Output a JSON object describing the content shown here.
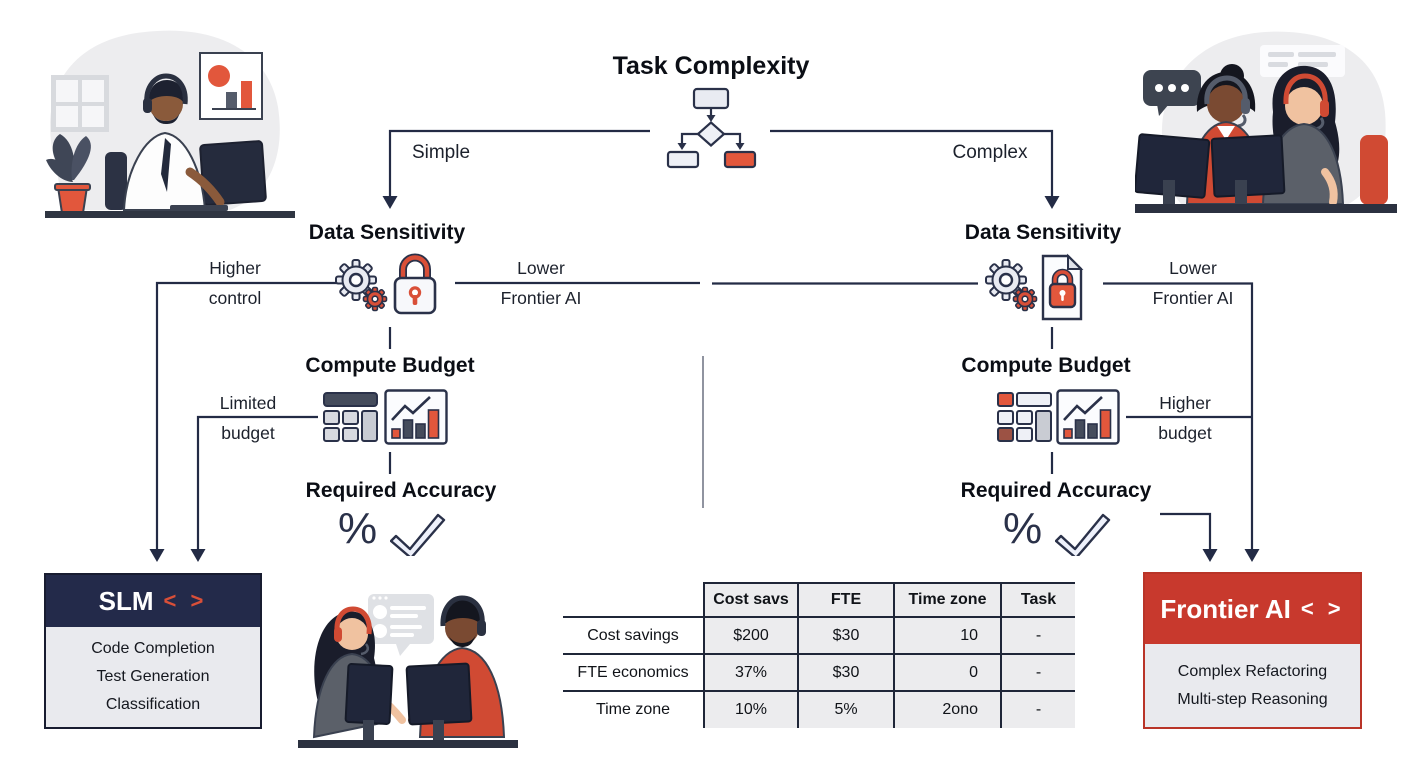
{
  "diagram": {
    "title": "Task Complexity",
    "left_branch": {
      "condition_label": "Simple",
      "node1": "Data Sensitivity",
      "control_line1": "Higher",
      "control_line2": "control",
      "lower_line1": "Lower",
      "lower_line2": "Frontier AI",
      "node2": "Compute Budget",
      "budget_line1": "Limited",
      "budget_line2": "budget",
      "node3": "Required Accuracy",
      "percent_symbol": "%"
    },
    "right_branch": {
      "condition_label": "Complex",
      "node1": "Data Sensitivity",
      "lower_line1": "Lower",
      "lower_line2": "Frontier AI",
      "node2": "Compute Budget",
      "budget_line1": "Higher",
      "budget_line2": "budget",
      "node3": "Required Accuracy",
      "percent_symbol": "%"
    },
    "slm_box": {
      "title": "SLM",
      "code_icon": "< >",
      "items": [
        "Code Completion",
        "Test Generation",
        "Classification"
      ]
    },
    "frontier_box": {
      "title": "Frontier AI",
      "code_icon": "< >",
      "items": [
        "Complex Refactoring",
        "Multi-step Reasoning"
      ]
    }
  },
  "table": {
    "headers": [
      "",
      "Cost savs",
      "FTE",
      "Time zone",
      "Task"
    ],
    "rows": [
      [
        "Cost savings",
        "$200",
        "$30",
        "10",
        "-"
      ],
      [
        "FTE economics",
        "37%",
        "$30",
        "0",
        "-"
      ],
      [
        "Time zone",
        "10%",
        "5%",
        "2ono",
        "-"
      ]
    ]
  },
  "colors": {
    "line_navy": "#232b45",
    "accent_orange": "#d94f38",
    "outcome_red": "#c8392d",
    "slm_navy": "#232a4a",
    "light_fill": "#e9eaee"
  }
}
